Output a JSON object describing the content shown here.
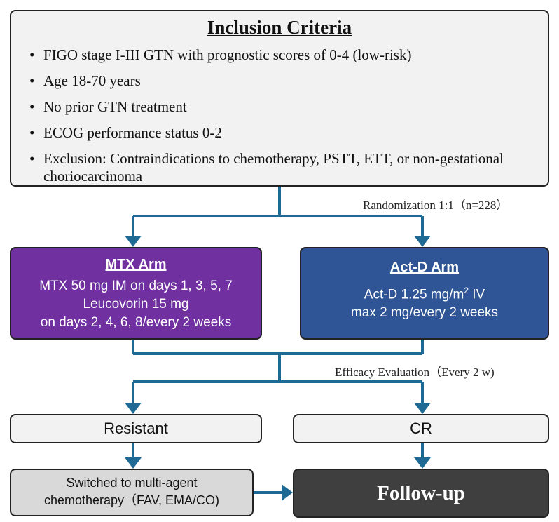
{
  "inclusion": {
    "title": "Inclusion Criteria",
    "items": [
      "FIGO stage I-III GTN with prognostic scores of 0-4 (low-risk)",
      "Age 18-70 years",
      "No prior GTN treatment",
      "ECOG performance status 0-2",
      "Exclusion: Contraindications to chemotherapy, PSTT, ETT, or non-gestational choriocarcinoma"
    ]
  },
  "randomization_label": "Randomization 1:1（n=228）",
  "mtx_arm": {
    "title": "MTX Arm",
    "lines": [
      "MTX 50 mg IM on days 1, 3, 5, 7",
      "Leucovorin 15 mg",
      "on days 2, 4, 6, 8/every 2 weeks"
    ]
  },
  "actd_arm": {
    "title": "Act-D Arm",
    "line1_prefix": "Act-D 1.25 mg/m",
    "line1_sup": "2",
    "line1_suffix": " IV",
    "line2": "max 2 mg/every 2 weeks"
  },
  "efficacy_label": "Efficacy Evaluation（Every 2 w)",
  "resistant_label": "Resistant",
  "cr_label": "CR",
  "switch_label_1": "Switched to multi-agent",
  "switch_label_2": "chemotherapy（FAV,  EMA/CO)",
  "followup_label": "Follow-up",
  "colors": {
    "arrow": "#1f6a94",
    "mtx_fill": "#7030a0",
    "actd_fill": "#2f5597",
    "followup_fill": "#3f3f3f",
    "light_fill": "#f2f2f2"
  }
}
